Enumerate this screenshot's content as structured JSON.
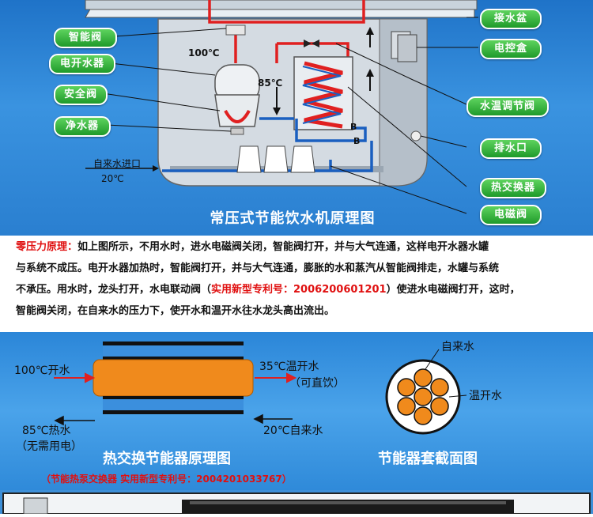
{
  "top_diagram": {
    "left_labels": [
      "智能阀",
      "电开水器",
      "安全阀",
      "净水器"
    ],
    "right_labels": [
      "接水盆",
      "电控盒",
      "水温调节阀",
      "排水口",
      "热交换器",
      "电磁阀"
    ],
    "temp_100": "100℃",
    "temp_85": "85℃",
    "inlet_label": "自来水进口",
    "inlet_temp": "20℃",
    "marker_b": "B",
    "title": "常压式节能饮水机原理图"
  },
  "principle": {
    "heading": "零压力原理：",
    "line1": "如上图所示，不用水时，进水电磁阀关闭，智能阀打开，并与大气连通，这样电开水器水罐",
    "line2": "与系统不成压。电开水器加热时，智能阀打开，并与大气连通，膨胀的水和蒸汽从智能阀排走，水罐与系统",
    "line3": "不承压。用水时，龙头打开，水电联动阀（",
    "patent1": "实用新型专利号：2006200601201",
    "line3_end": "）使进水电磁阀打开，这时，",
    "line4": "智能阀关闭，在自来水的压力下，使开水和温开水往水龙头高出流出。"
  },
  "heat_exchanger": {
    "label_100": "100℃开水",
    "label_35": "35℃温开水",
    "label_35_sub": "（可直饮）",
    "label_85": "85℃热水",
    "label_85_sub": "（无需用电）",
    "label_20": "20℃自来水",
    "title": "热交换节能器原理图",
    "patent": "（节能热泵交换器 实用新型专利号：2004201033767）"
  },
  "cross_section": {
    "label_cold": "自来水",
    "label_warm": "温开水",
    "title": "节能器套截面图"
  },
  "colors": {
    "pill_green": "#2aa830",
    "pipe_red": "#e02020",
    "pipe_blue": "#1a5fc0",
    "core_orange": "#f08a1c",
    "patent_red": "#e01010"
  }
}
